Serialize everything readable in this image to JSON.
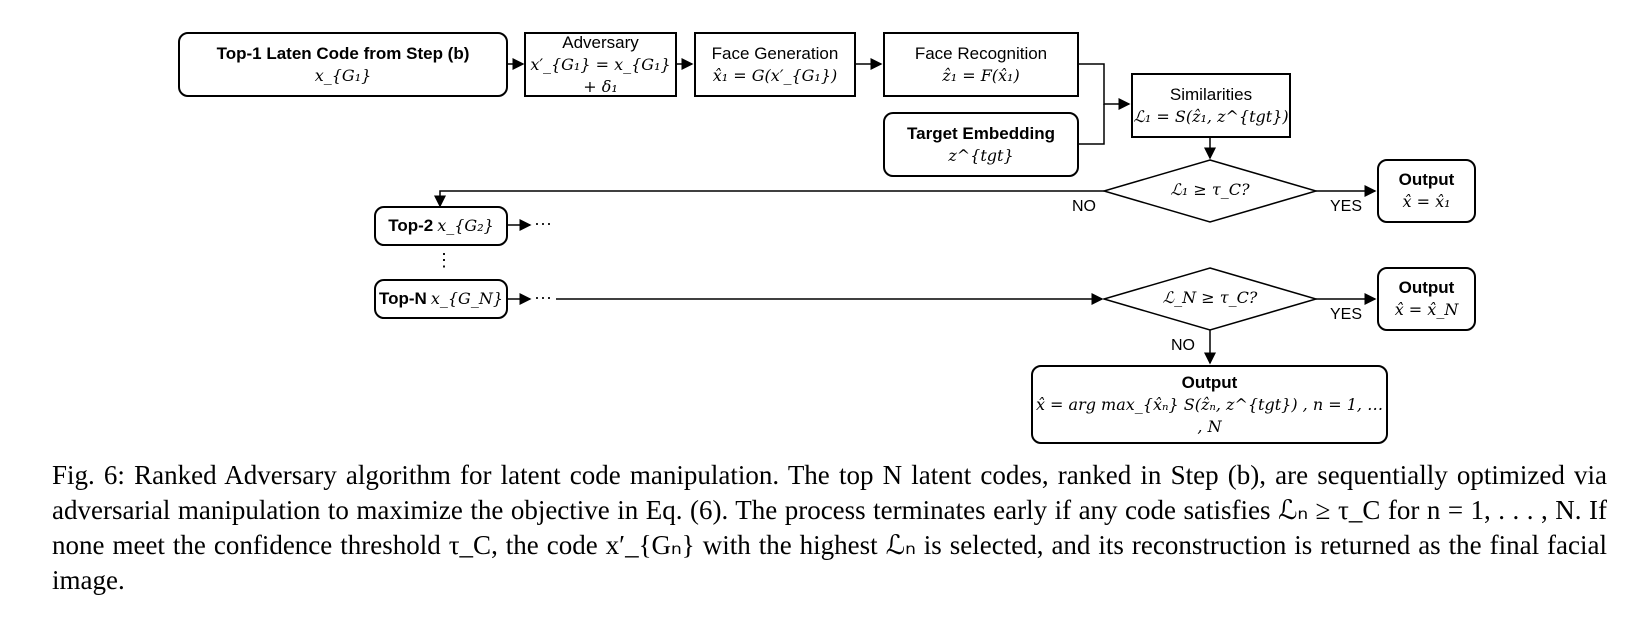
{
  "nodes": {
    "top1": {
      "title": "Top-1 Laten Code from Step (b)",
      "formula": "x_{G₁}"
    },
    "adversary": {
      "title": "Adversary",
      "formula": "x′_{G₁} = x_{G₁} + δ₁"
    },
    "face_generation": {
      "title": "Face Generation",
      "formula": "x̂₁ = G(x′_{G₁})"
    },
    "face_recognition": {
      "title": "Face Recognition",
      "formula": "ẑ₁ = F(x̂₁)"
    },
    "target_embedding": {
      "title": "Target Embedding",
      "formula": "z^{tgt}"
    },
    "similarities": {
      "title": "Similarities",
      "formula": "ℒ₁ = S(ẑ₁, z^{tgt})"
    },
    "decision1": {
      "formula": "ℒ₁ ≥ τ_C?"
    },
    "output1": {
      "title": "Output",
      "formula": "x̂ = x̂₁"
    },
    "top2": {
      "title": "Top-2",
      "formula": "x_{G₂}"
    },
    "topN": {
      "title": "Top-N",
      "formula": "x_{G_N}"
    },
    "decisionN": {
      "formula": "ℒ_N ≥ τ_C?"
    },
    "outputN": {
      "title": "Output",
      "formula": "x̂ = x̂_N"
    },
    "output_final": {
      "title": "Output",
      "formula": "x̂ = arg max_{x̂ₙ} S(ẑₙ, z^{tgt}) , n = 1, … , N"
    }
  },
  "edge_labels": {
    "no1": "NO",
    "yes1": "YES",
    "yesN": "YES",
    "noN": "NO",
    "ellipsis_h": "···",
    "ellipsis_v": "⋮"
  },
  "caption": {
    "prefix": "Fig. 6:",
    "text": "Ranked Adversary algorithm for latent code manipulation. The top N latent codes, ranked in Step (b), are sequentially optimized via adversarial manipulation to maximize the objective in Eq. (6). The process terminates early if any code satisfies ℒₙ ≥ τ_C for n = 1, . . . , N. If none meet the confidence threshold τ_C, the code x′_{Gₙ} with the highest ℒₙ is selected, and its reconstruction is returned as the final facial image."
  }
}
